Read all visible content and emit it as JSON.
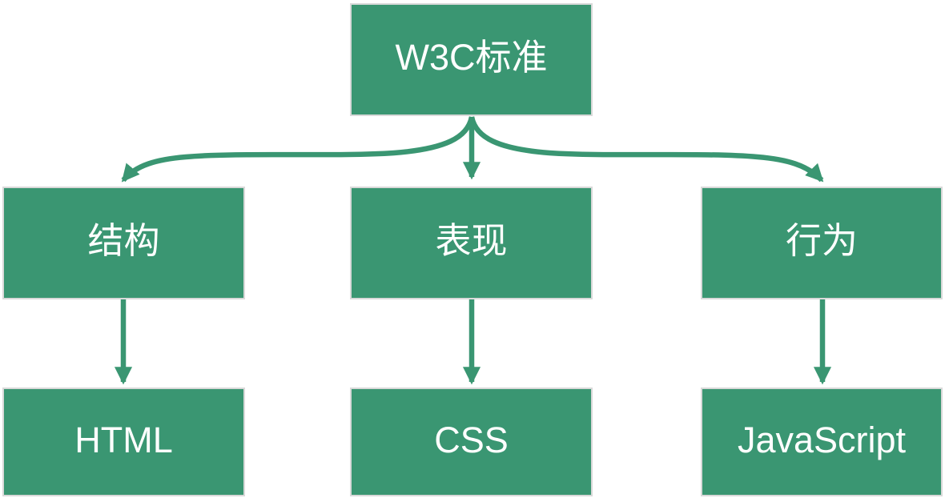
{
  "diagram": {
    "type": "flowchart",
    "colors": {
      "accent": "#3A9672",
      "border": "#D9D9D9",
      "label": "#FFFFFF",
      "background": "#FFFFFF"
    },
    "nodes": {
      "root": {
        "label": "W3C标准"
      },
      "structure": {
        "label": "结构"
      },
      "presentation": {
        "label": "表现"
      },
      "behavior": {
        "label": "行为"
      },
      "html": {
        "label": "HTML"
      },
      "css": {
        "label": "CSS"
      },
      "javascript": {
        "label": "JavaScript"
      }
    },
    "edges": [
      {
        "from": "root",
        "to": "structure"
      },
      {
        "from": "root",
        "to": "presentation"
      },
      {
        "from": "root",
        "to": "behavior"
      },
      {
        "from": "structure",
        "to": "html"
      },
      {
        "from": "presentation",
        "to": "css"
      },
      {
        "from": "behavior",
        "to": "javascript"
      }
    ]
  }
}
